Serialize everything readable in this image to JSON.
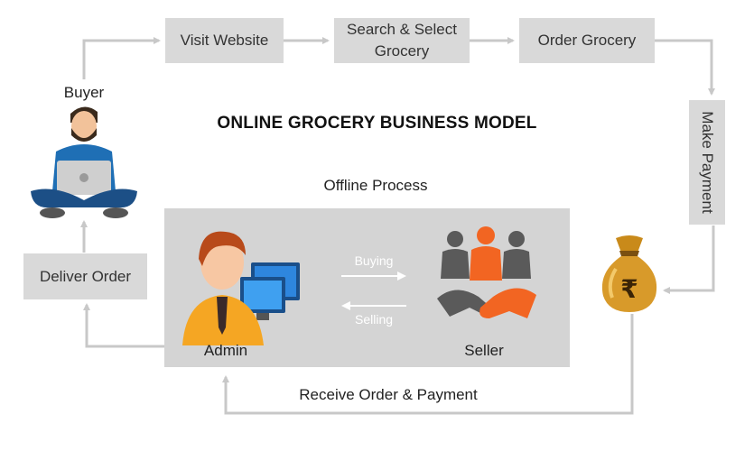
{
  "title": "ONLINE GROCERY BUSINESS MODEL",
  "nodes": {
    "buyer": "Buyer",
    "visit_website": "Visit Website",
    "search_select_line1": "Search & Select",
    "search_select_line2": "Grocery",
    "order_grocery": "Order Grocery",
    "make_payment": "Make Payment",
    "deliver_order": "Deliver Order",
    "receive_order_payment": "Receive Order & Payment"
  },
  "offline": {
    "label": "Offline Process",
    "admin": "Admin",
    "seller": "Seller",
    "buying": "Buying",
    "selling": "Selling"
  },
  "icons": [
    "buyer-laptop-icon",
    "admin-computer-icon",
    "seller-handshake-icon",
    "rupee-money-bag-icon"
  ],
  "colors": {
    "box": "#d9d9d9",
    "panel": "#d4d4d4",
    "arrow": "#c8c8c8",
    "accent_orange": "#f26522",
    "buyer_blue": "#1f6fb5"
  }
}
